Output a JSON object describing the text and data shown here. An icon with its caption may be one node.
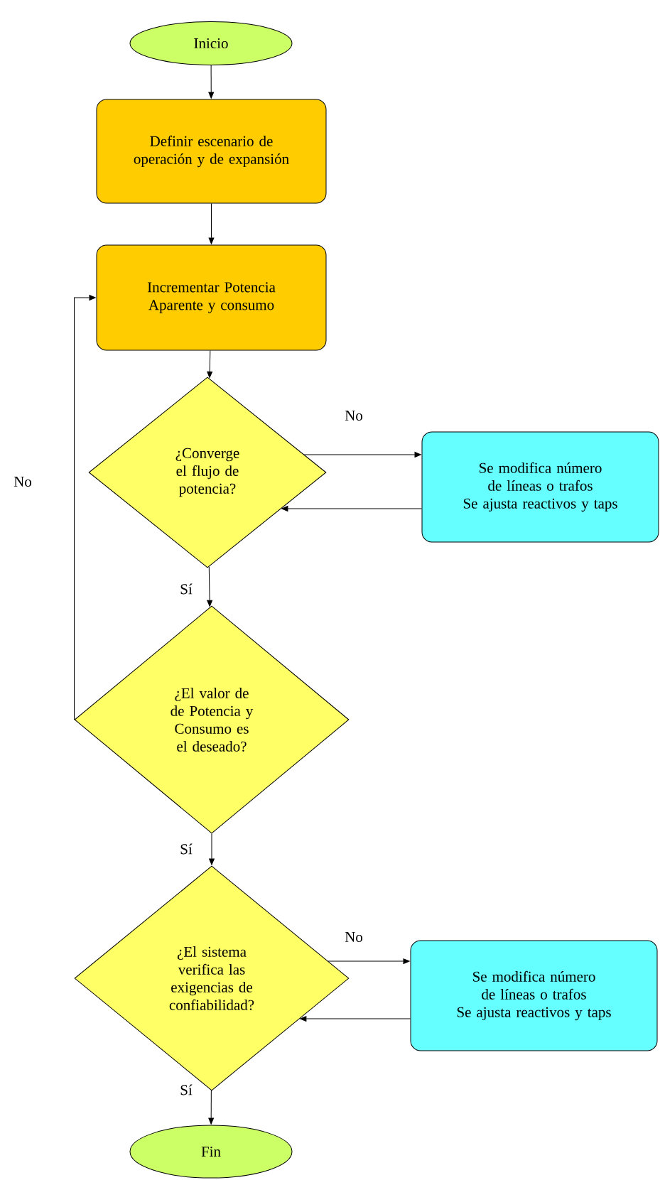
{
  "diagram": {
    "nodes": [
      {
        "text": [
          "Inicio"
        ]
      },
      {
        "text": [
          "Definir escenario de operación y de expansión"
        ]
      },
      {
        "text": [
          "Incrementar Potencia Aparente y consumo"
        ]
      },
      {
        "text": [
          "¿Converge el flujo de potencia?"
        ]
      },
      {
        "text": [
          "Se modifica número de líneas o trafos",
          "Se ajusta reactivos y taps"
        ]
      },
      {
        "text": [
          "¿El valor de de Potencia y Consumo es el deseado?"
        ]
      },
      {
        "text": [
          "¿El sistema verifica las exigencias de confiabilidad?"
        ]
      },
      {
        "text": [
          "Se modifica número de líneas o trafos",
          "Se ajusta reactivos y taps"
        ]
      },
      {
        "text": [
          "Fin"
        ]
      }
    ],
    "edges": [
      {
        "from": 0,
        "to": 1,
        "arrow": "to"
      },
      {
        "from": 1,
        "to": 2,
        "arrow": "to"
      },
      {
        "from": 2,
        "to": 3,
        "arrow": "to"
      },
      {
        "from": 3,
        "to": 4,
        "arrow": "to",
        "label": "No"
      },
      {
        "from": 4,
        "to": 3,
        "arrow": "to"
      },
      {
        "from": 3,
        "to": 5,
        "arrow": "to",
        "label": "Sí"
      },
      {
        "from": 5,
        "to": 2,
        "arrow": "to",
        "label": "No"
      },
      {
        "from": 5,
        "to": 6,
        "arrow": "to",
        "label": "Sí"
      },
      {
        "from": 6,
        "to": 7,
        "arrow": "to",
        "label": "No"
      },
      {
        "from": 7,
        "to": 6,
        "arrow": "to"
      },
      {
        "from": 6,
        "to": 8,
        "arrow": "to",
        "label": "Sí"
      }
    ]
  }
}
